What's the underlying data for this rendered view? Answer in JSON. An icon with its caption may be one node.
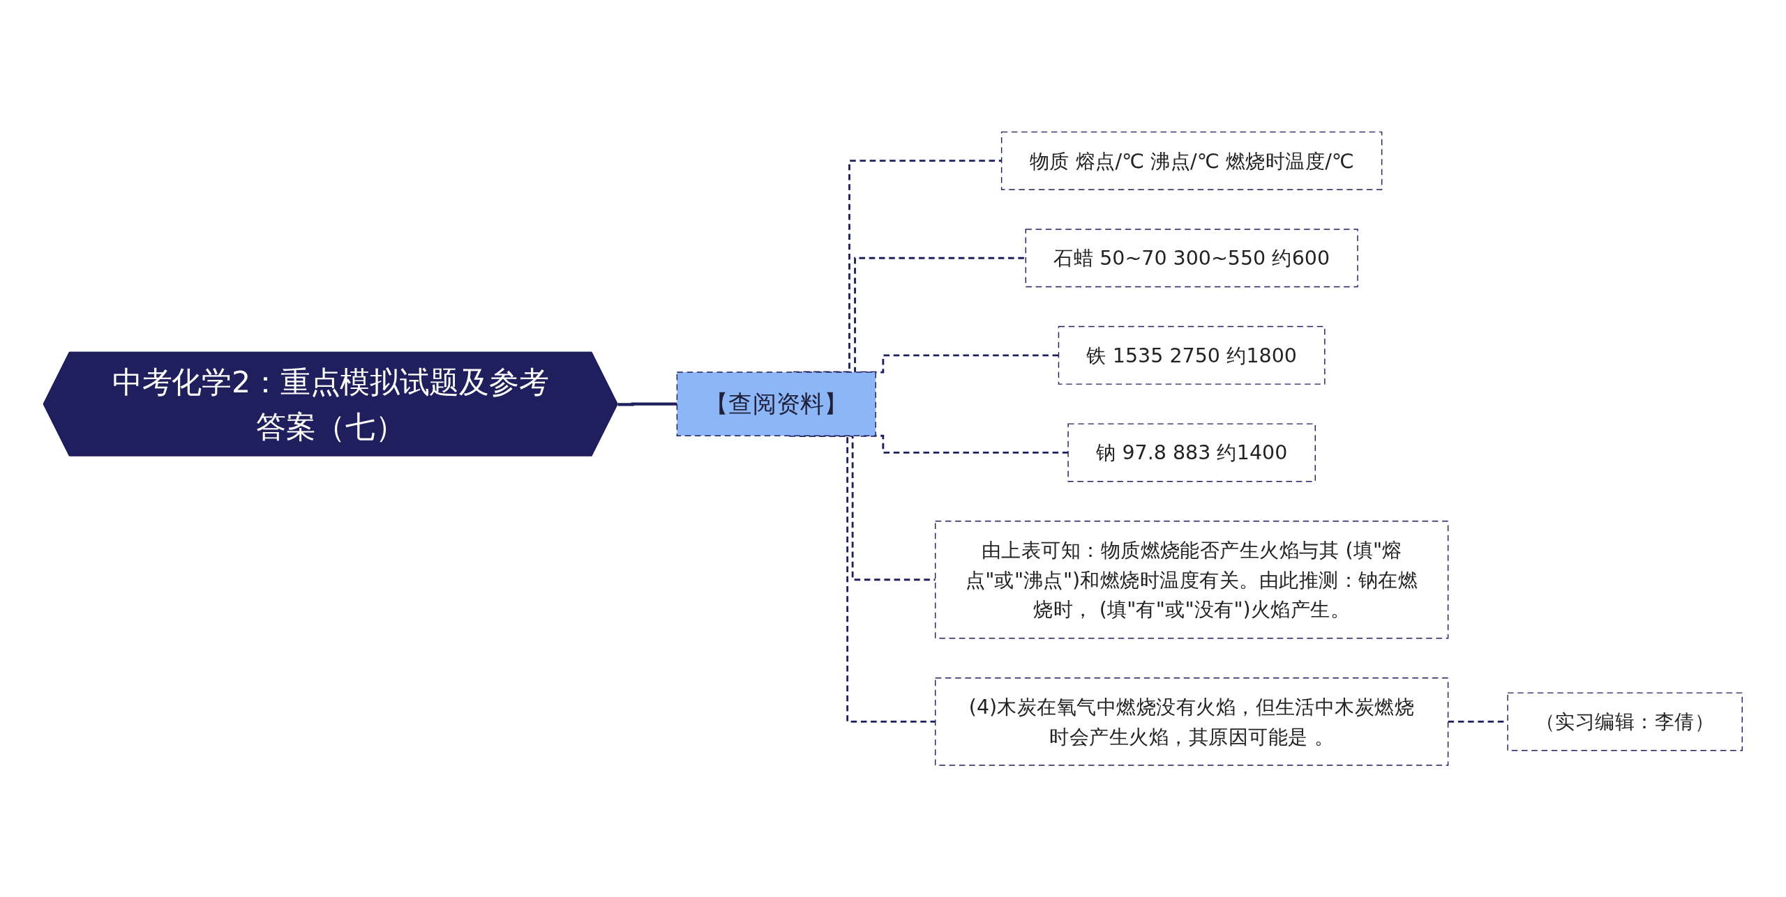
{
  "diagram": {
    "nodes": [
      {
        "text": [
          "中考化学2：重点模拟试题及参考答案（七）"
        ]
      },
      {
        "text": [
          "【查阅资料】"
        ]
      },
      {
        "text": [
          "物质 熔点/℃ 沸点/℃ 燃烧时温度/℃"
        ]
      },
      {
        "text": [
          "石蜡 50~70 300~550 约600"
        ]
      },
      {
        "text": [
          "铁 1535 2750 约1800"
        ]
      },
      {
        "text": [
          "钠 97.8 883 约1400"
        ]
      },
      {
        "text": [
          "由上表可知：物质燃烧能否产生火焰与其 (填\"熔点\"或\"沸点\")和燃烧时温度有关。由此推测：钠在燃烧时， (填\"有\"或\"没有\")火焰产生。"
        ]
      },
      {
        "text": [
          "(4)木炭在氧气中燃烧没有火焰，但生活中木炭燃烧时会产生火焰，其原因可能是 。"
        ]
      },
      {
        "text": [
          "（实习编辑：李倩）"
        ]
      }
    ],
    "edges": [
      {
        "from": 0,
        "to": 1,
        "arrow": "none"
      },
      {
        "from": 1,
        "to": 2,
        "arrow": "none",
        "style": "dashed"
      },
      {
        "from": 1,
        "to": 3,
        "arrow": "none",
        "style": "dashed"
      },
      {
        "from": 1,
        "to": 4,
        "arrow": "none",
        "style": "dashed"
      },
      {
        "from": 1,
        "to": 5,
        "arrow": "none",
        "style": "dashed"
      },
      {
        "from": 1,
        "to": 6,
        "arrow": "none",
        "style": "dashed"
      },
      {
        "from": 1,
        "to": 7,
        "arrow": "none",
        "style": "dashed"
      },
      {
        "from": 7,
        "to": 8,
        "arrow": "none",
        "style": "dashed"
      }
    ]
  }
}
